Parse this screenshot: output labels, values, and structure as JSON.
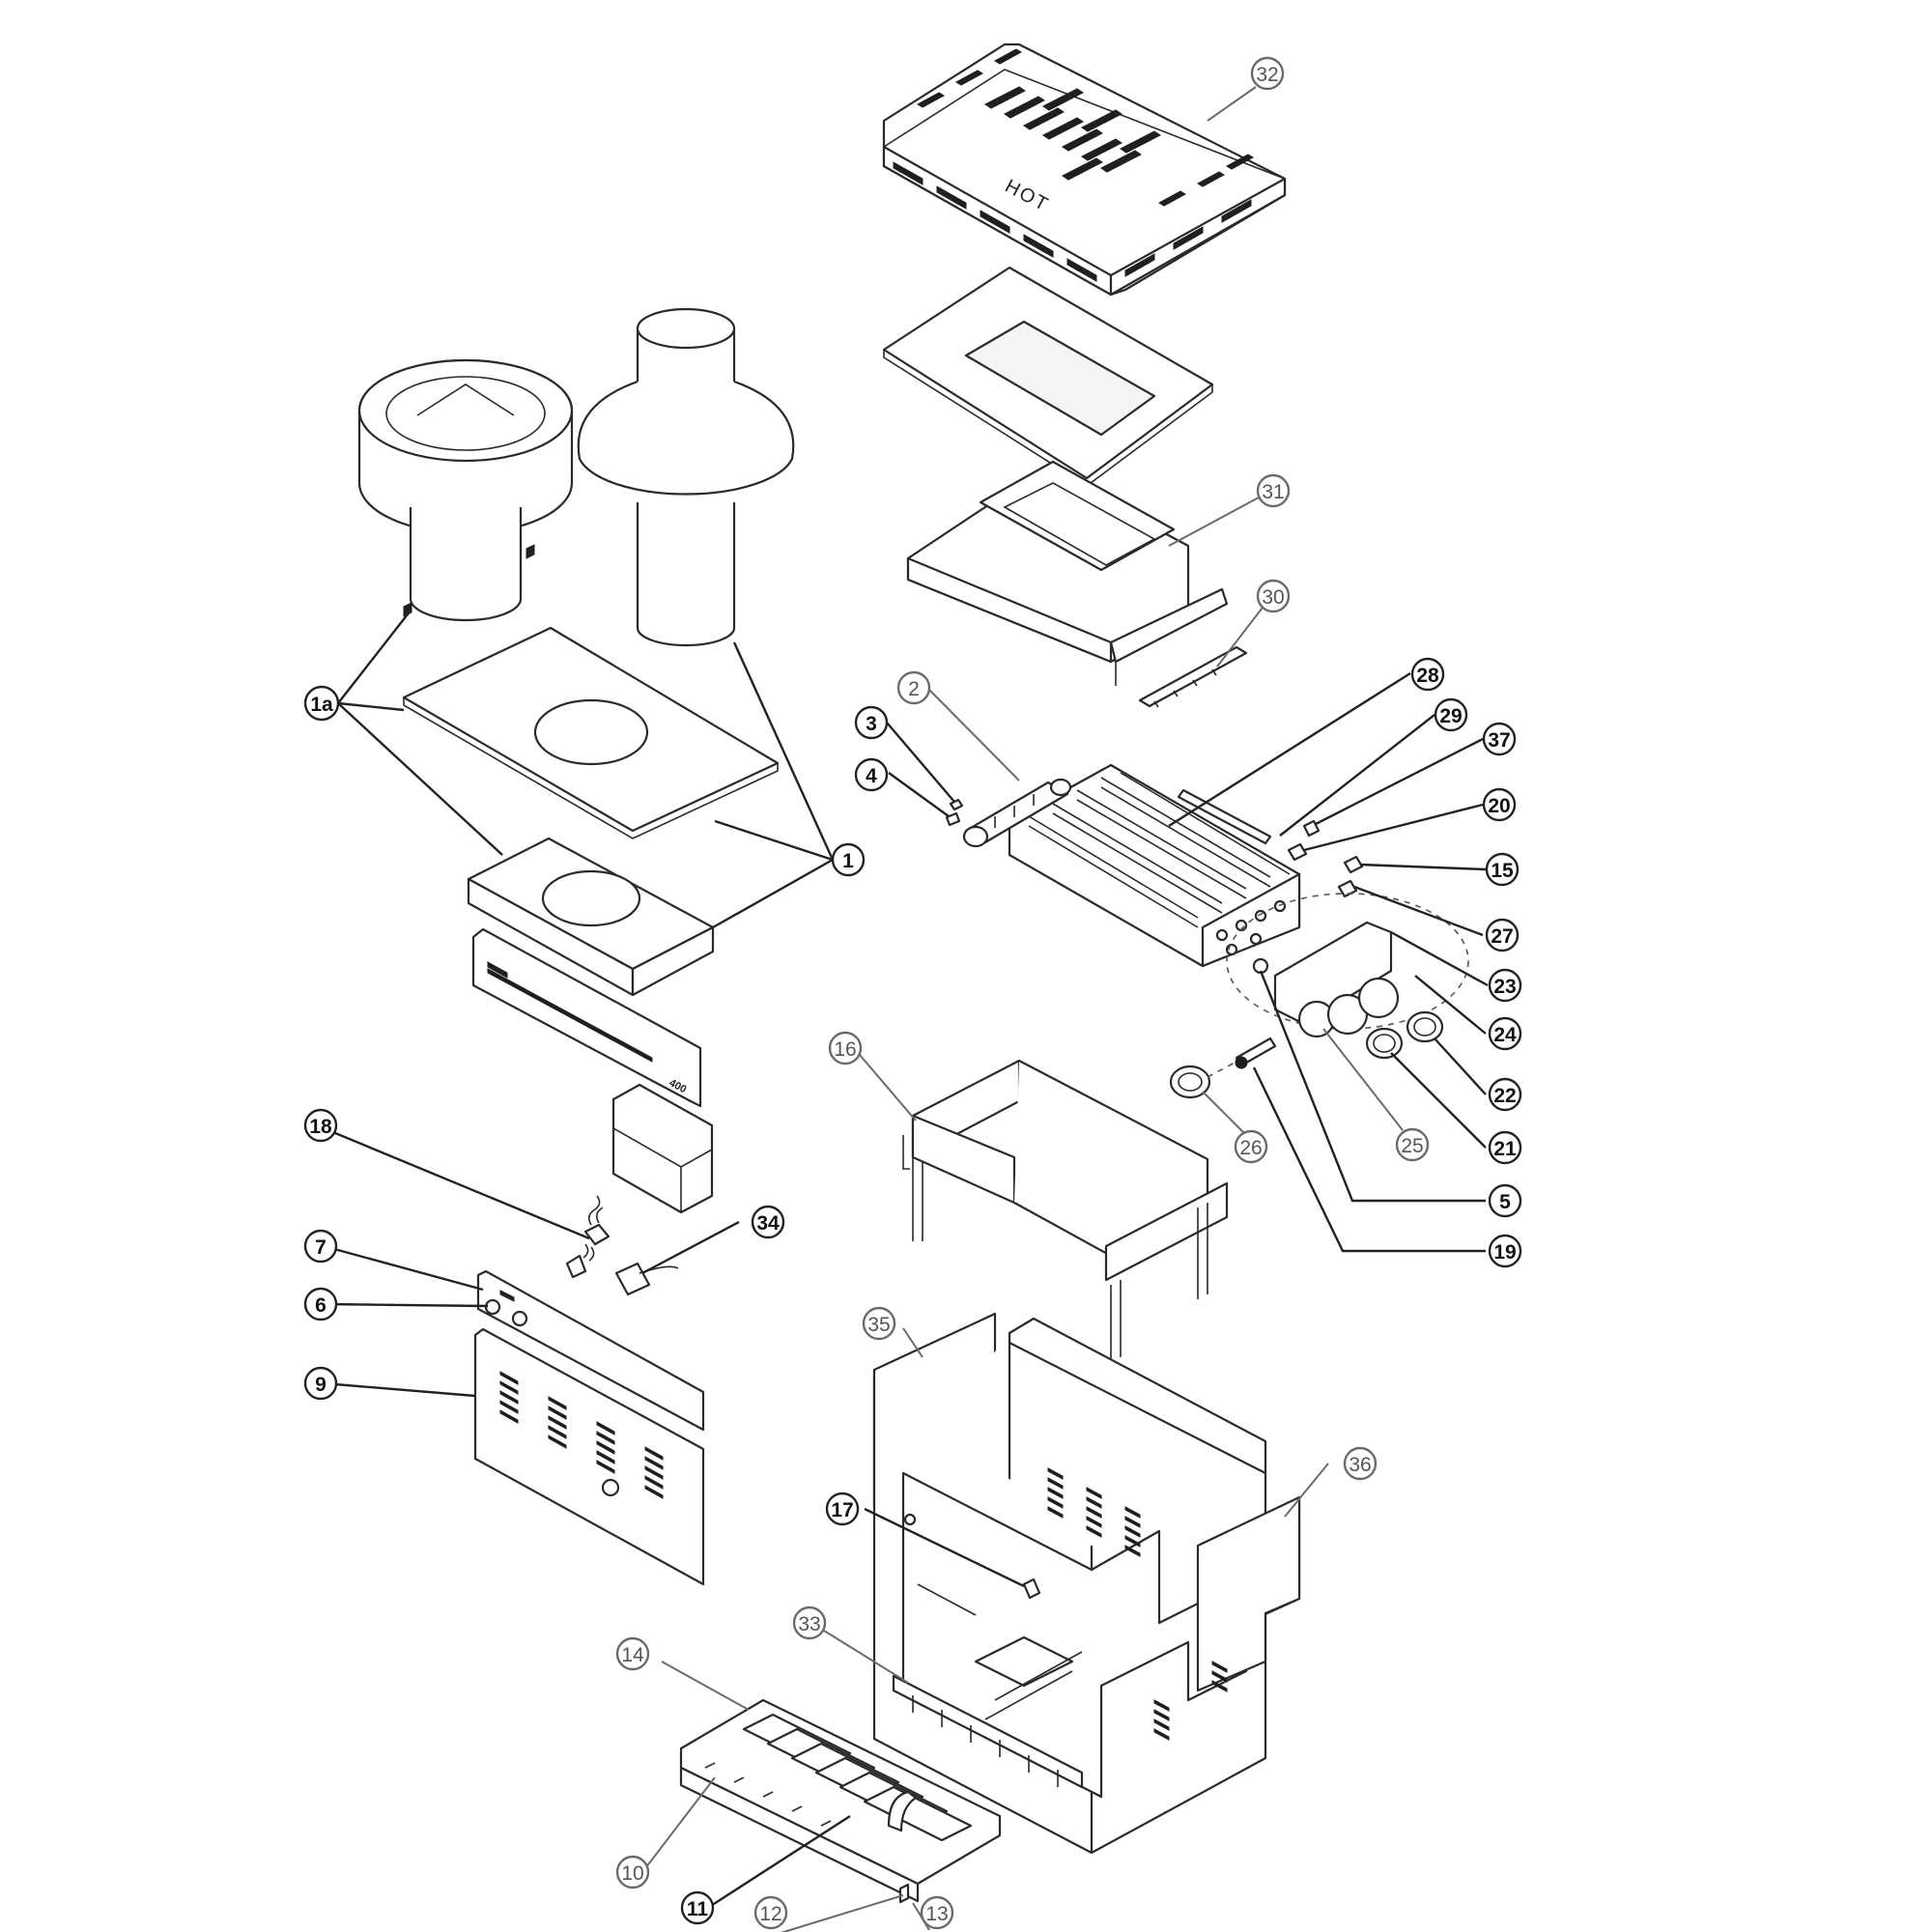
{
  "parts": {
    "top_cover_label": "HOT",
    "bezel_model": "400"
  },
  "balloons": {
    "b1": "1",
    "b1a": "1a",
    "b2": "2",
    "b3": "3",
    "b4": "4",
    "b5": "5",
    "b6": "6",
    "b7": "7",
    "b9": "9",
    "b10": "10",
    "b11": "11",
    "b12": "12",
    "b13": "13",
    "b14": "14",
    "b15": "15",
    "b16": "16",
    "b17": "17",
    "b18": "18",
    "b19": "19",
    "b20": "20",
    "b21": "21",
    "b22": "22",
    "b23": "23",
    "b24": "24",
    "b25": "25",
    "b26": "26",
    "b27": "27",
    "b28": "28",
    "b29": "29",
    "b30": "30",
    "b31": "31",
    "b32": "32",
    "b33": "33",
    "b34": "34",
    "b35": "35",
    "b36": "36",
    "b37": "37"
  }
}
